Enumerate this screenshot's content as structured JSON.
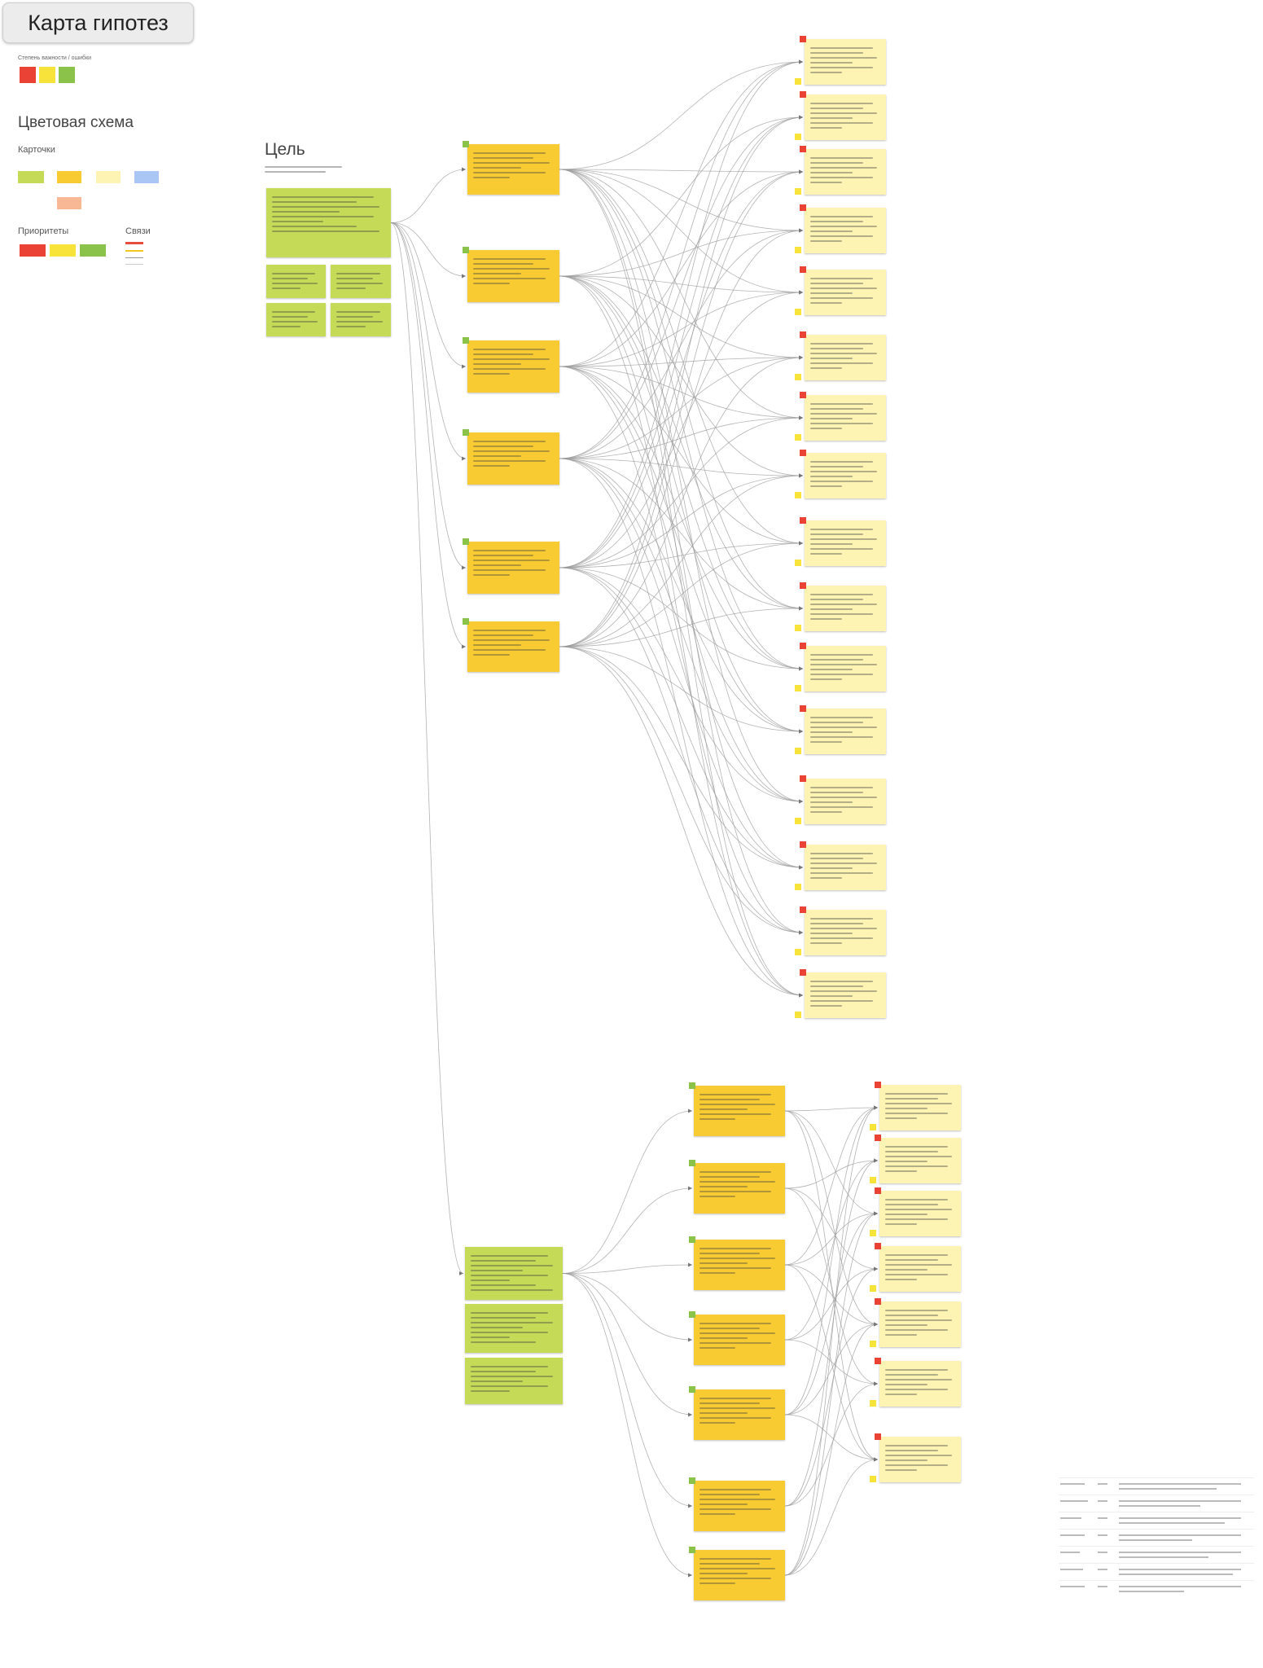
{
  "board": {
    "title": "Карта гипотез",
    "degree_label": "Степень важности / ошибки",
    "scheme_title": "Цветовая схема",
    "cards_label": "Карточки",
    "priorities_label": "Приоритеты",
    "links_label": "Связи",
    "goal_title": "Цель"
  },
  "colors": {
    "card_green": "#c5da57",
    "card_orange": "#f9cb33",
    "card_pale": "#fdf4b3",
    "card_blue": "#a9c6f5",
    "card_salmon": "#f8b795",
    "marker_red": "#ea4335",
    "marker_yellow": "#f8e33a",
    "marker_green": "#8bc34a",
    "link": "#9a9a9a"
  },
  "icons": [
    "arrow-head-icon",
    "marker-square-icon"
  ]
}
